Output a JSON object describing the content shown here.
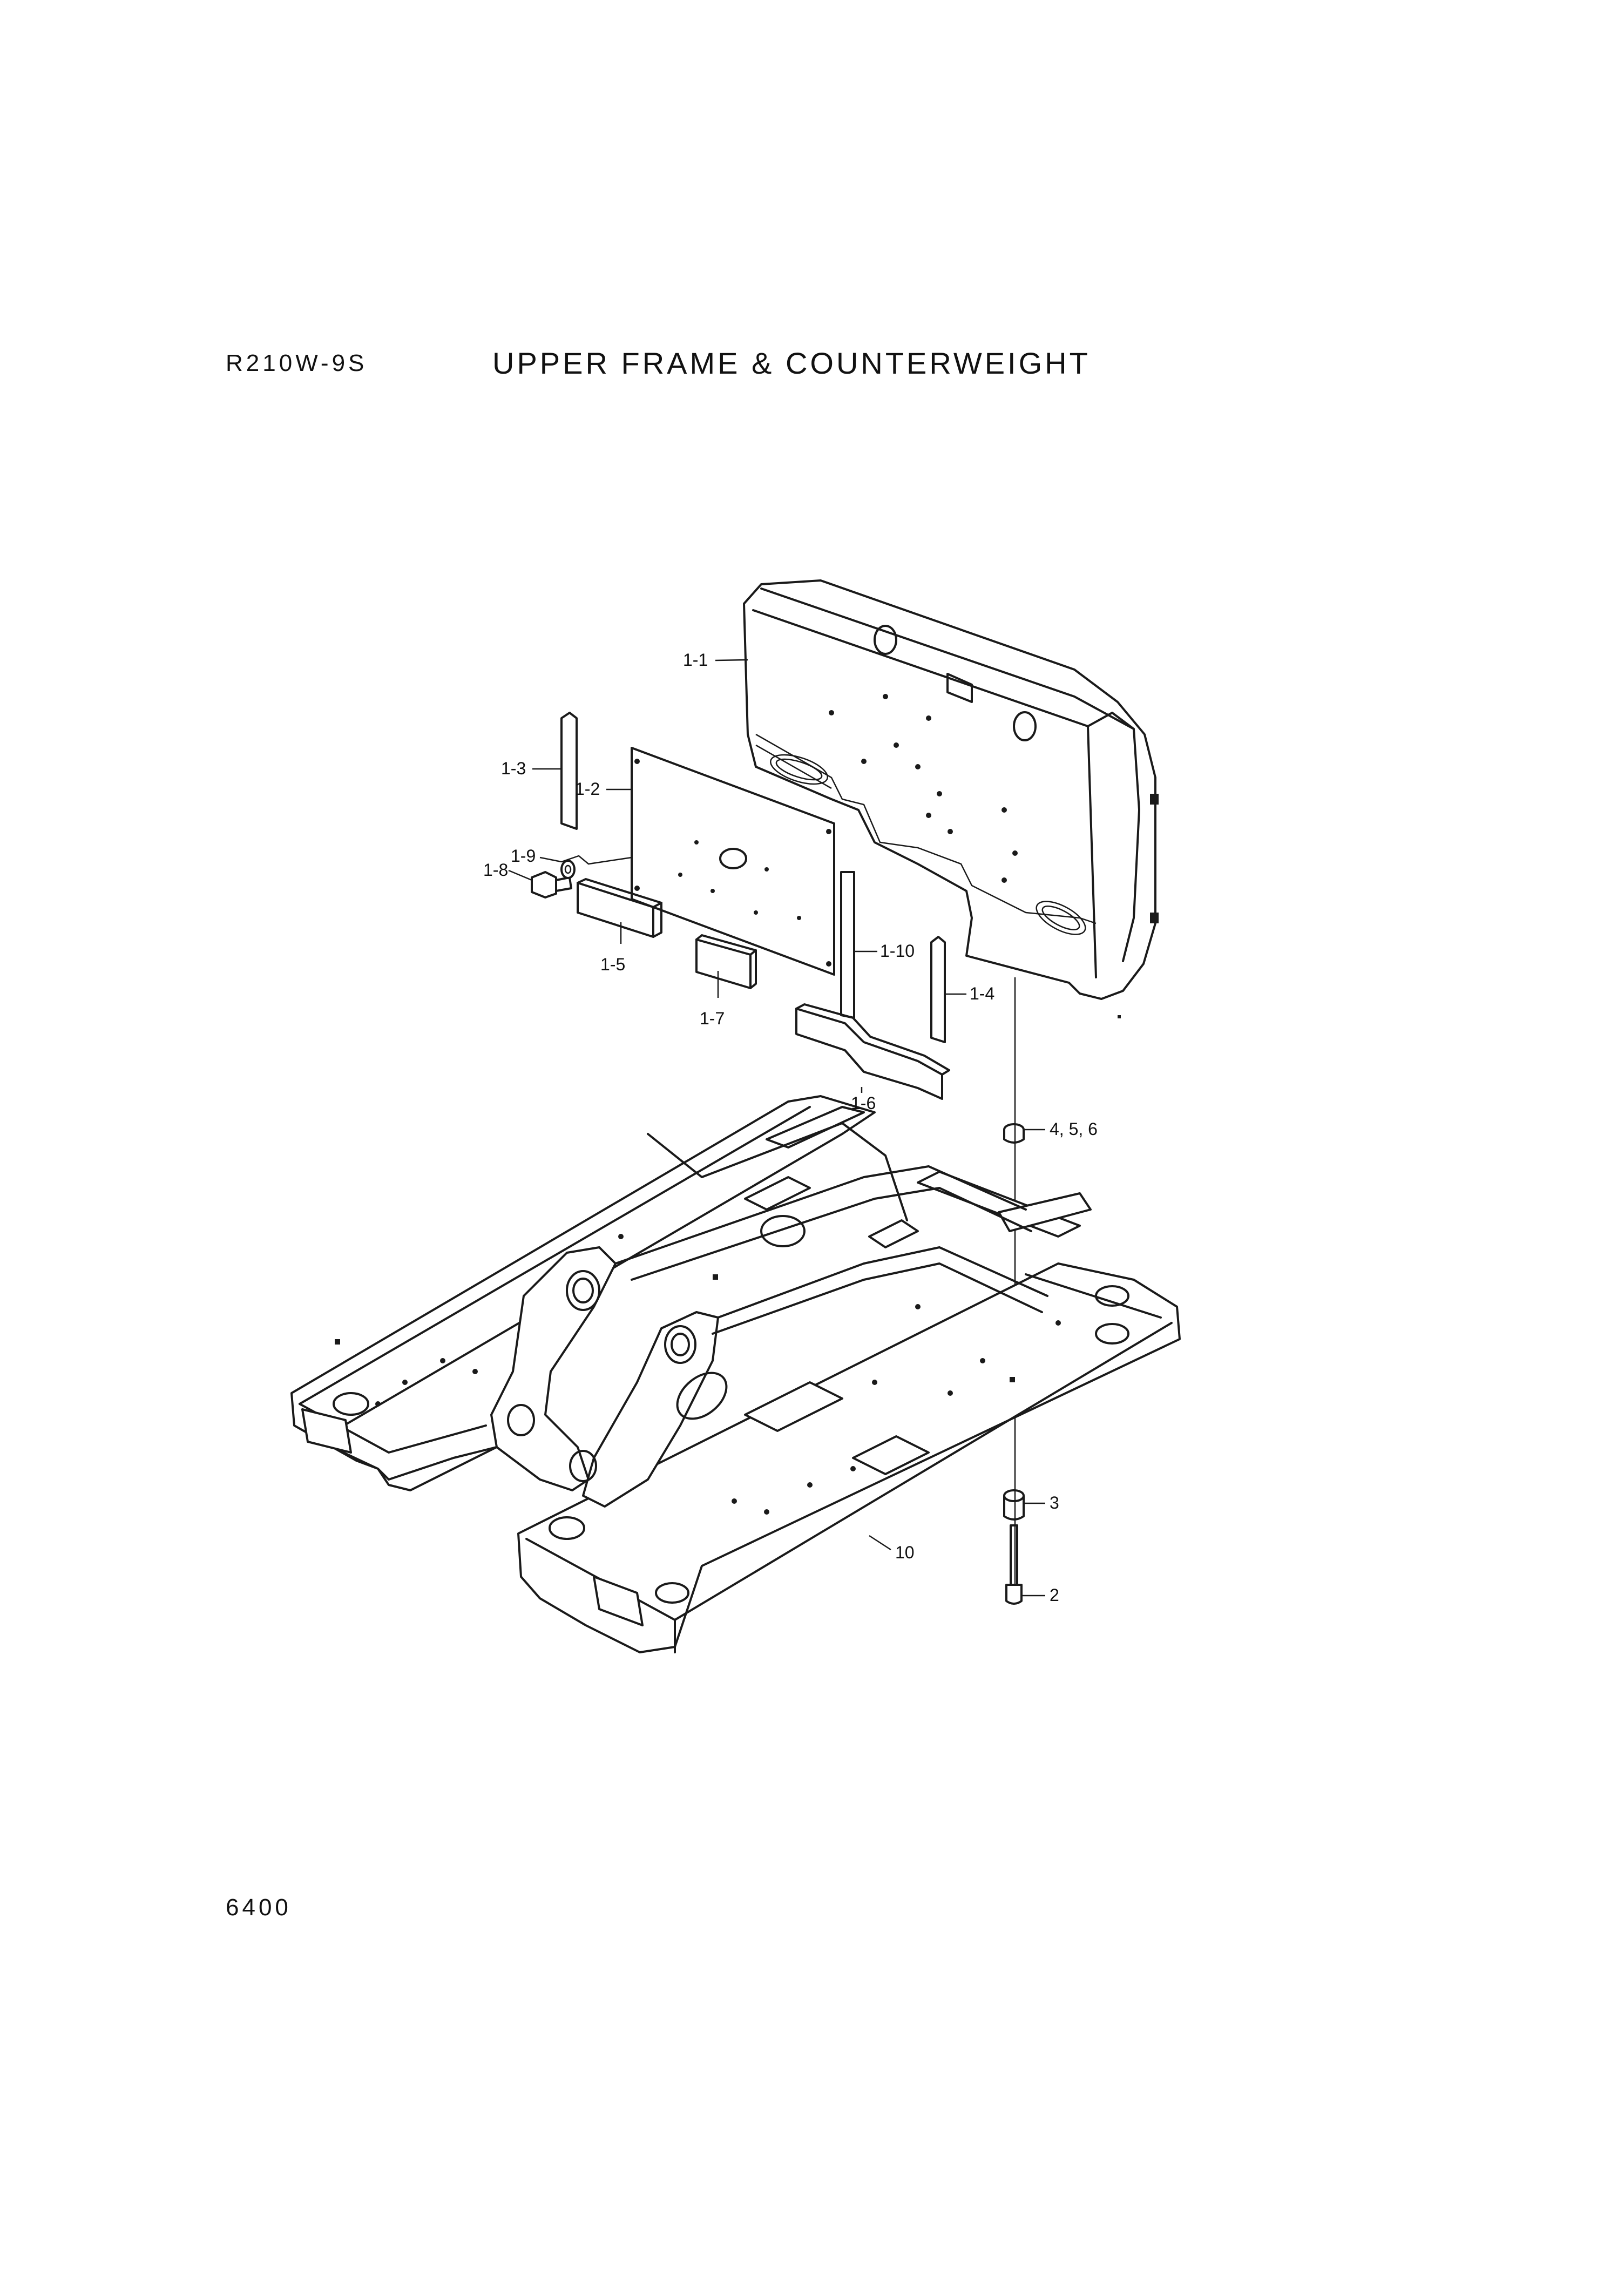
{
  "header": {
    "model": "R210W-9S",
    "title": "UPPER FRAME & COUNTERWEIGHT"
  },
  "page_number": "6400",
  "callouts": {
    "c1_1": "1-1",
    "c1_2": "1-2",
    "c1_3": "1-3",
    "c1_4": "1-4",
    "c1_5": "1-5",
    "c1_6": "1-6",
    "c1_7": "1-7",
    "c1_8": "1-8",
    "c1_9": "1-9",
    "c1_10": "1-10",
    "c2": "2",
    "c3": "3",
    "c456": "4, 5, 6",
    "c10": "10"
  }
}
